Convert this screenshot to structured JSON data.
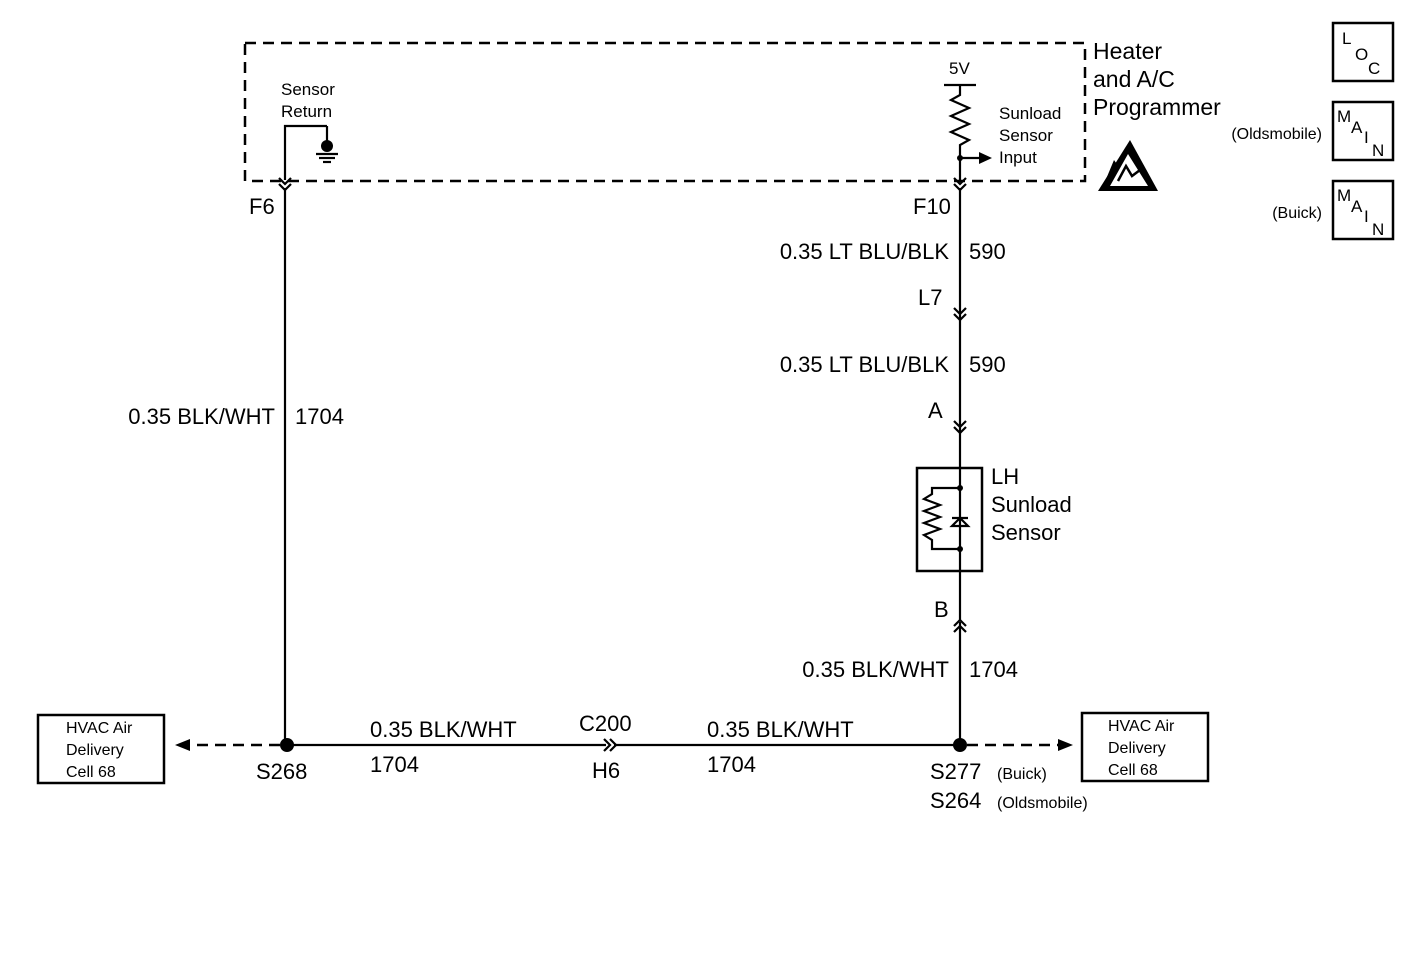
{
  "module": {
    "title_lines": [
      "Heater",
      "and A/C",
      "Programmer"
    ],
    "sensor_return_lines": [
      "Sensor",
      "Return"
    ],
    "voltage": "5V",
    "sunload_input_lines": [
      "Sunload",
      "Sensor",
      "Input"
    ]
  },
  "connectors": {
    "f6": "F6",
    "f10": "F10",
    "l7": "L7",
    "a": "A",
    "b": "B",
    "c200": "C200",
    "h6": "H6"
  },
  "wires": {
    "blu_top": {
      "label": "0.35 LT BLU/BLK",
      "circuit": "590"
    },
    "blu_mid": {
      "label": "0.35 LT BLU/BLK",
      "circuit": "590"
    },
    "left_vertical": {
      "label": "0.35 BLK/WHT",
      "circuit": "1704"
    },
    "right_lower": {
      "label": "0.35 BLK/WHT",
      "circuit": "1704"
    },
    "bottom_left": {
      "label": "0.35 BLK/WHT",
      "circuit": "1704"
    },
    "bottom_right": {
      "label": "0.35 BLK/WHT",
      "circuit": "1704"
    }
  },
  "sensor": {
    "name_lines": [
      "LH",
      "Sunload",
      "Sensor"
    ]
  },
  "splices": {
    "s268": "S268",
    "s277": "S277",
    "s277_note": "(Buick)",
    "s264": "S264",
    "s264_note": "(Oldsmobile)"
  },
  "references": {
    "left_lines": [
      "HVAC Air",
      "Delivery",
      "Cell 68"
    ],
    "right_lines": [
      "HVAC Air",
      "Delivery",
      "Cell 68"
    ]
  },
  "legend": {
    "loc": {
      "l1": "L",
      "l2": "O",
      "l3": "C"
    },
    "main_olds": {
      "note": "(Oldsmobile)",
      "l1": "M",
      "l2": "A",
      "l3": "I",
      "l4": "N"
    },
    "main_buick": {
      "note": "(Buick)",
      "l1": "M",
      "l2": "A",
      "l3": "I",
      "l4": "N"
    }
  }
}
